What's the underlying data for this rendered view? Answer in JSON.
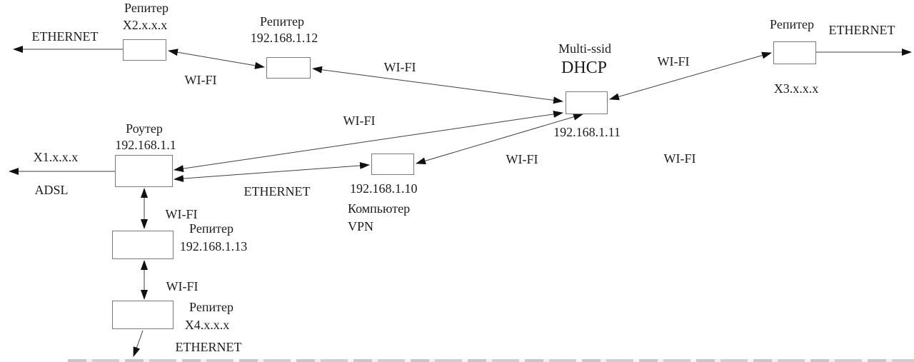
{
  "nodes": {
    "repeater_x2": {
      "title": "Репитер",
      "id": "X2.x.x.x"
    },
    "repeater_12": {
      "title": "Репитер",
      "ip": "192.168.1.12"
    },
    "access_point": {
      "mode": "Multi-ssid",
      "service": "DHCP",
      "ip": "192.168.1.11"
    },
    "repeater_x3": {
      "title": "Репитер",
      "id": "X3.x.x.x"
    },
    "router": {
      "title": "Роутер",
      "ip": "192.168.1.1",
      "wan_id": "X1.x.x.x",
      "wan_type": "ADSL"
    },
    "computer": {
      "ip": "192.168.1.10",
      "title": "Компьютер",
      "service": "VPN"
    },
    "repeater_13": {
      "title": "Репитер",
      "ip": "192.168.1.13"
    },
    "repeater_x4": {
      "title": "Репитер",
      "id": "X4.x.x.x"
    }
  },
  "links": {
    "ethernet_top_left": "ETHERNET",
    "wifi_x2_r12": "WI-FI",
    "wifi_r12_ap": "WI-FI",
    "wifi_ap_router": "WI-FI",
    "wifi_ap_x3": "WI-FI",
    "ethernet_top_right": "ETHERNET",
    "ethernet_router_computer": "ETHERNET",
    "wifi_computer_ap": "WI-FI",
    "wifi_right": "WI-FI",
    "wifi_router_r13": "WI-FI",
    "wifi_r13_x4": "WI-FI",
    "ethernet_bottom": "ETHERNET"
  },
  "colors": {
    "background": "#ffffff",
    "text": "#1c1c1c",
    "line": "#3f3f3f",
    "box_border": "#7a7a7a",
    "arrow": "#111111"
  }
}
